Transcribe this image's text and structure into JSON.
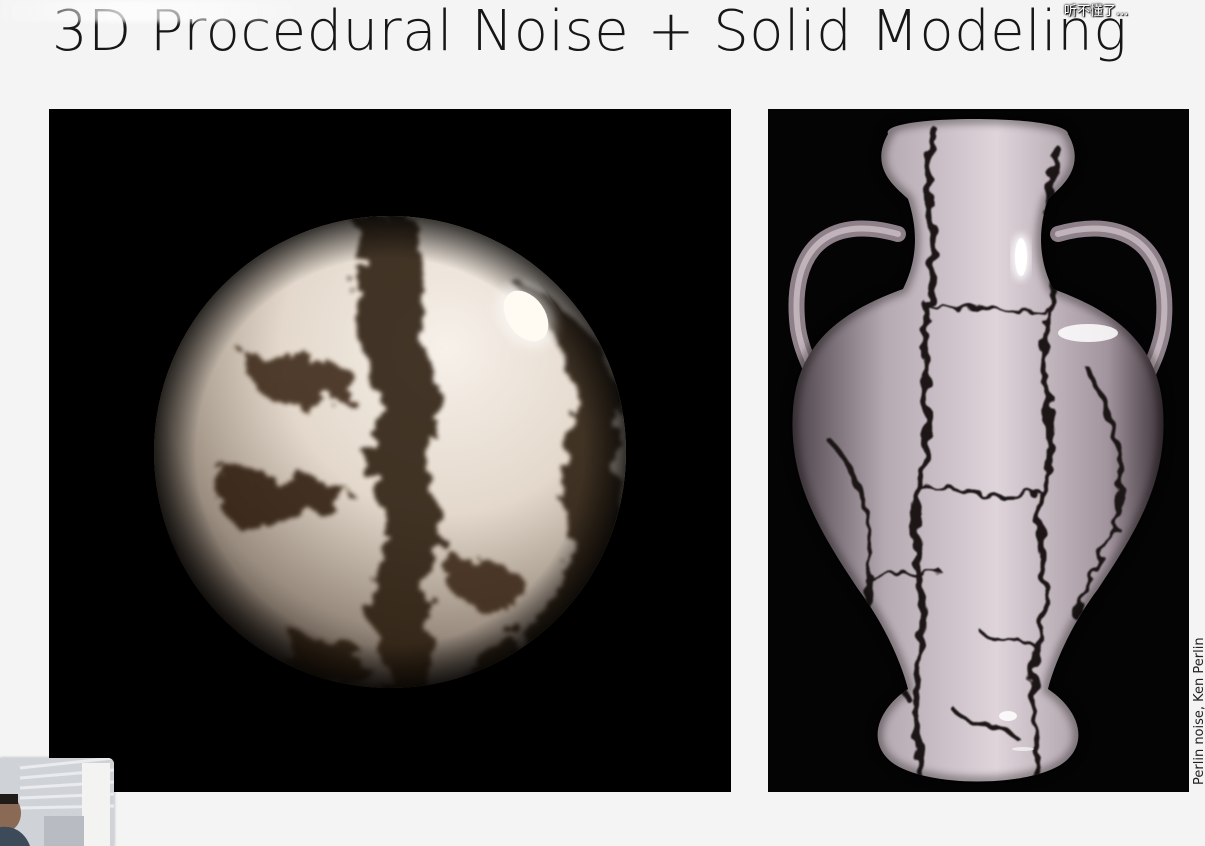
{
  "slide": {
    "title": "3D Procedural Noise + Solid Modeling",
    "credit": "Perlin noise, Ken Perlin",
    "danmaku": "听不懂了..."
  },
  "images": [
    {
      "name": "marble-sphere",
      "description": "marble textured sphere"
    },
    {
      "name": "marble-vase",
      "description": "marble textured vase"
    }
  ],
  "webcam": {
    "name": "presenter-webcam"
  }
}
